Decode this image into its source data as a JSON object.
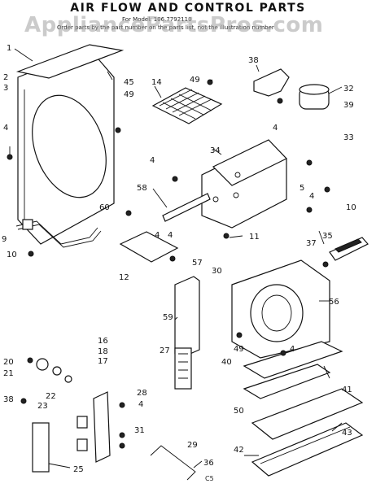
{
  "title": "AIR FLOW AND CONTROL PARTS",
  "part_model_line": "For Model: 106.7792110",
  "note_line": "Order parts by the part number on the parts list, not the illustration number",
  "watermark": "AppliancePartsPros.com",
  "corner_code": "C5",
  "callouts": [
    "1",
    "2",
    "3",
    "4",
    "45",
    "49",
    "14",
    "49",
    "38",
    "32",
    "39",
    "4",
    "33",
    "34",
    "4",
    "5",
    "10",
    "58",
    "4",
    "60",
    "9",
    "10",
    "12",
    "4",
    "57",
    "11",
    "4",
    "30",
    "37",
    "35",
    "56",
    "59",
    "49",
    "16",
    "18",
    "17",
    "20",
    "21",
    "38",
    "22",
    "23",
    "28",
    "4",
    "27",
    "40",
    "4",
    "41",
    "50",
    "29",
    "31",
    "36",
    "25",
    "43",
    "42"
  ]
}
